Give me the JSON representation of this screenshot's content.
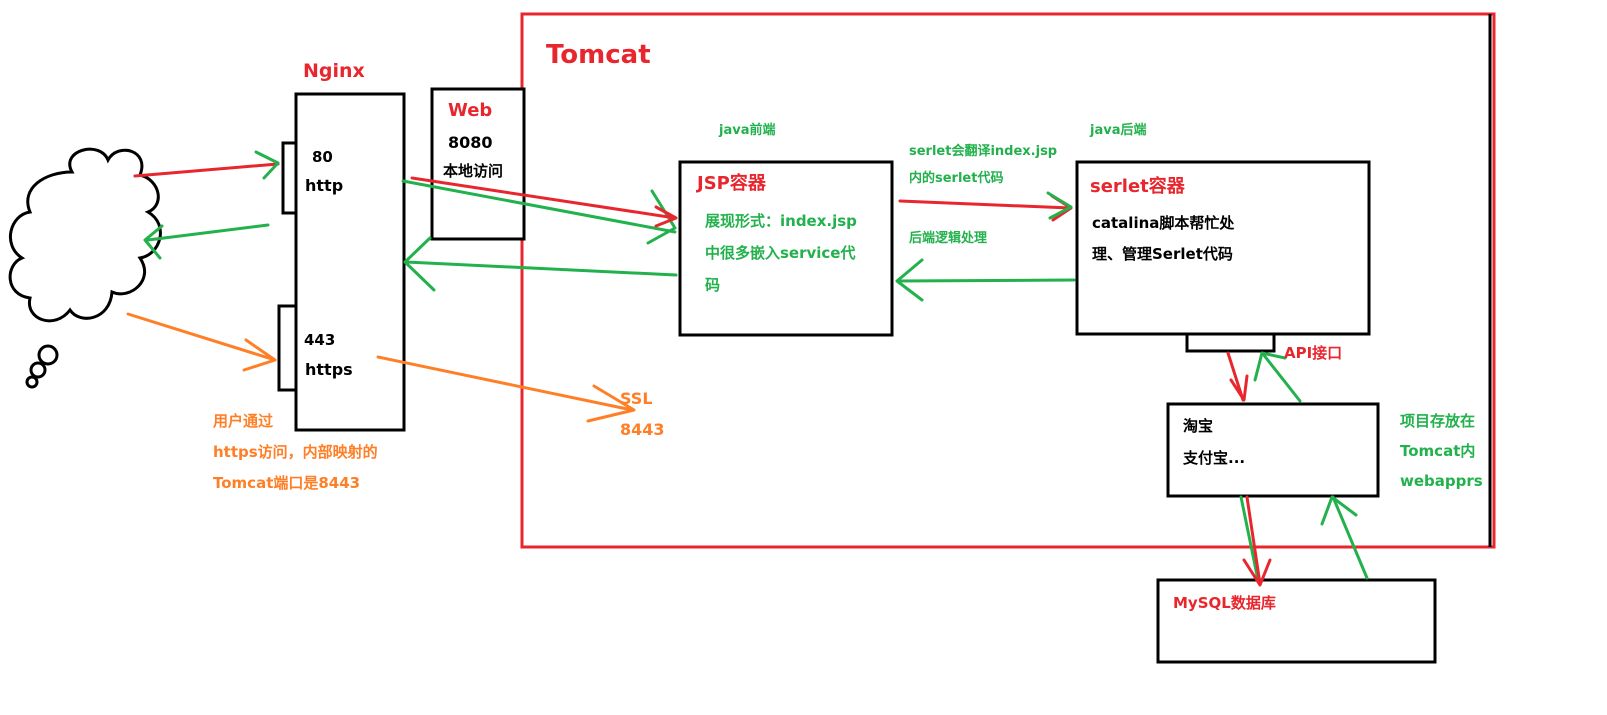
{
  "colors": {
    "red": "#e8262d",
    "green": "#22b14c",
    "orange": "#ff7f27",
    "black": "#000000"
  },
  "icons": {
    "client": "cloud-icon"
  },
  "nginx": {
    "title": "Nginx",
    "http_port": "80",
    "http_label": "http",
    "https_port": "443",
    "https_label": "https",
    "note_lines": [
      "用户通过",
      "https访问，内部映射的",
      "Tomcat端口是8443"
    ]
  },
  "web": {
    "title": "Web",
    "port": "8080",
    "desc": "本地访问"
  },
  "tomcat": {
    "title": "Tomcat",
    "ssl_label": "SSL",
    "ssl_port": "8443"
  },
  "jsp": {
    "caption": "java前端",
    "title": "JSP容器",
    "lines": [
      "展现形式：index.jsp",
      "中很多嵌入service代",
      "码"
    ]
  },
  "arrows": {
    "translate_lines": [
      "serlet会翻译index.jsp",
      "内的serlet代码"
    ],
    "backend_logic": "后端逻辑处理",
    "api_label": "API接口"
  },
  "serlet": {
    "caption": "java后端",
    "title": "serlet容器",
    "lines": [
      "catalina脚本帮忙处",
      "理、管理Serlet代码"
    ]
  },
  "apps": {
    "lines": [
      "淘宝",
      "支付宝..."
    ],
    "note_lines": [
      "项目存放在",
      "Tomcat内",
      "webapprs"
    ]
  },
  "mysql": {
    "title": "MySQL数据库"
  }
}
